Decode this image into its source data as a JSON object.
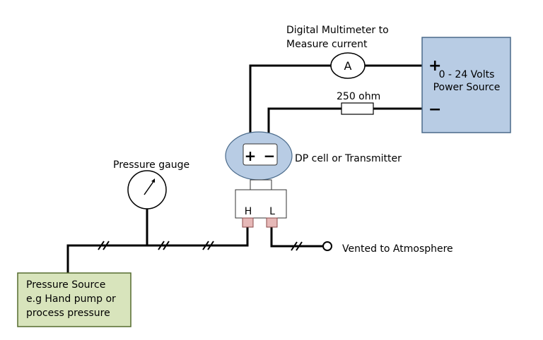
{
  "labels": {
    "multimeter_line1": "Digital Multimeter to",
    "multimeter_line2": "Measure current",
    "ammeter_symbol": "A",
    "power_line1": "0 - 24 Volts",
    "power_line2": "Power Source",
    "plus_terminal": "+",
    "minus_terminal": "−",
    "resistor": "250 ohm",
    "transmitter": "DP cell or Transmitter",
    "tx_plus": "+",
    "tx_minus": "−",
    "high_port": "H",
    "low_port": "L",
    "pressure_gauge": "Pressure gauge",
    "source_line1": "Pressure Source",
    "source_line2": "e.g Hand pump or",
    "source_line3": "process pressure",
    "vent": "Vented to Atmosphere"
  },
  "colors": {
    "power_source_fill": "#b8cce4",
    "power_source_stroke": "#4a6a8a",
    "pressure_source_fill": "#d8e4bc",
    "pressure_source_stroke": "#556b2f",
    "transmitter_fill": "#b8cce4",
    "port_fill": "#e6b8b7",
    "wire": "#000000"
  }
}
